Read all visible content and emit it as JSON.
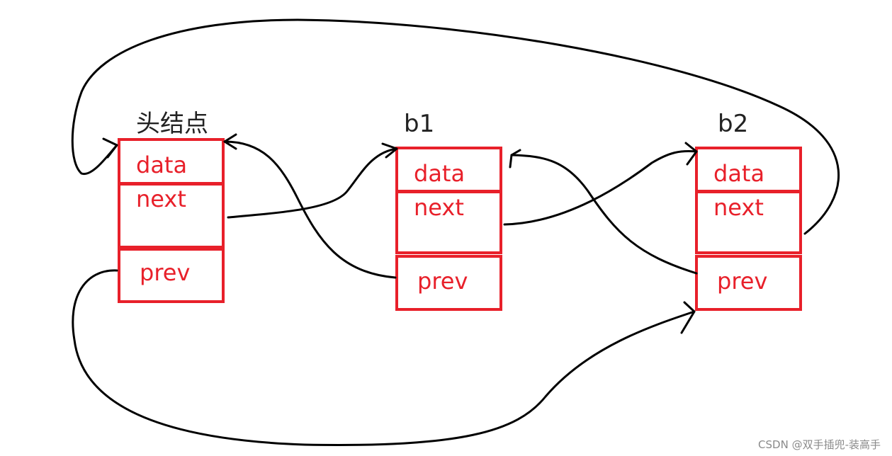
{
  "diagram": {
    "node_color": "#e8202a",
    "arrow_color": "#000000",
    "nodes": [
      {
        "id": "head",
        "title": "头结点",
        "fields": [
          "data",
          "next",
          "prev"
        ]
      },
      {
        "id": "b1",
        "title": "b1",
        "fields": [
          "data",
          "next",
          "prev"
        ]
      },
      {
        "id": "b2",
        "title": "b2",
        "fields": [
          "data",
          "next",
          "prev"
        ]
      }
    ]
  },
  "watermark": "CSDN @双手插兜-装高手"
}
